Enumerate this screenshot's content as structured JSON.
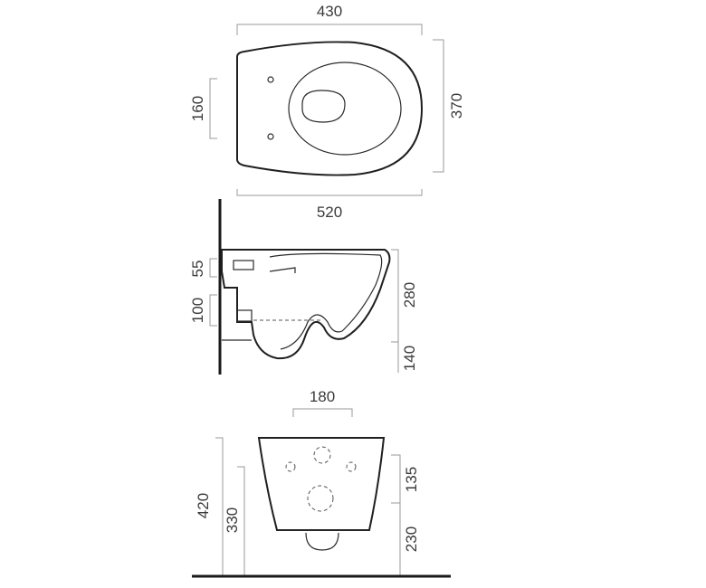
{
  "views": {
    "top": {
      "dim_width_top": "430",
      "dim_height_right": "370",
      "dim_holes_left": "160",
      "dim_length_bottom": "520"
    },
    "side": {
      "dim_55": "55",
      "dim_100": "100",
      "dim_280": "280",
      "dim_140": "140"
    },
    "front": {
      "dim_180": "180",
      "dim_420": "420",
      "dim_330": "330",
      "dim_135": "135",
      "dim_230": "230"
    }
  },
  "colors": {
    "outline": "#1f1f1f",
    "dimension": "#9a9a9a",
    "text": "#3a3a3a"
  }
}
